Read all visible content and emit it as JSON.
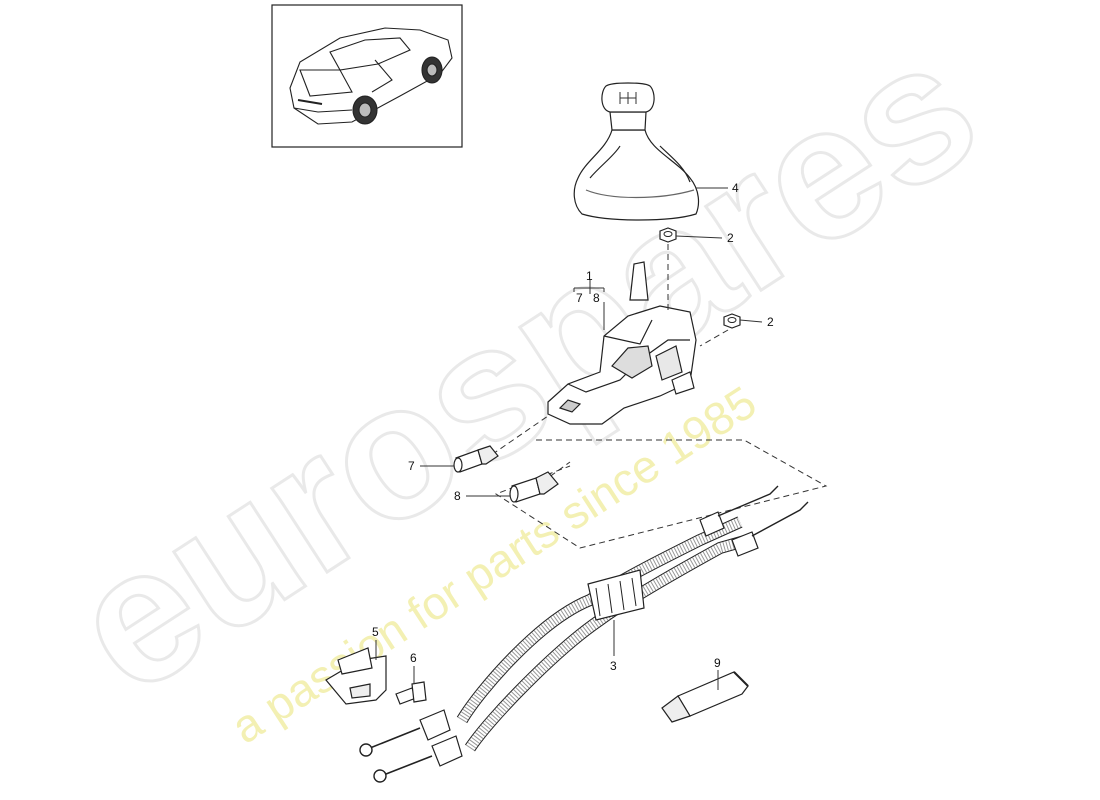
{
  "watermark": {
    "brand": "eurospares",
    "tagline": "a passion for parts since 1985"
  },
  "callouts": {
    "c1": "1",
    "c1_sub_a": "7",
    "c1_sub_b": "8",
    "c2a": "2",
    "c2b": "2",
    "c3": "3",
    "c4": "4",
    "c5": "5",
    "c6": "6",
    "c7": "7",
    "c8": "8",
    "c9": "9"
  },
  "parts": [
    {
      "id": "1",
      "name": "gear shift housing"
    },
    {
      "id": "2",
      "name": "hex nut"
    },
    {
      "id": "3",
      "name": "selector cable set"
    },
    {
      "id": "4",
      "name": "shift boot / knob"
    },
    {
      "id": "5",
      "name": "retaining bracket"
    },
    {
      "id": "6",
      "name": "screw"
    },
    {
      "id": "7",
      "name": "bushing"
    },
    {
      "id": "8",
      "name": "bushing"
    },
    {
      "id": "9",
      "name": "grease tube"
    }
  ]
}
